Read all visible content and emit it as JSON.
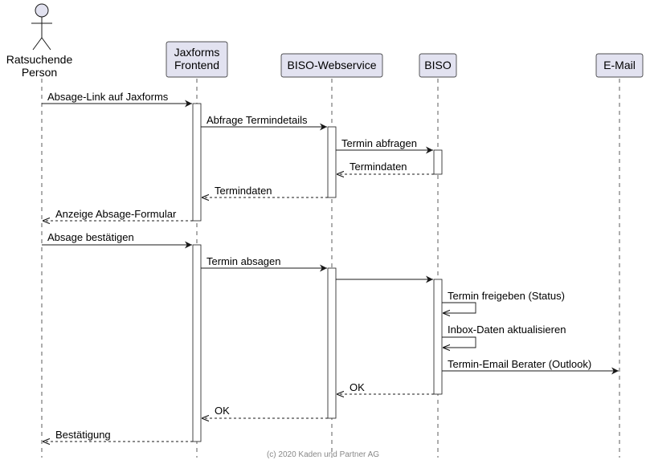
{
  "participants": {
    "person": {
      "line1": "Ratsuchende",
      "line2": "Person"
    },
    "jaxforms": {
      "line1": "Jaxforms",
      "line2": "Frontend"
    },
    "biso_ws": {
      "label": "BISO-Webservice"
    },
    "biso": {
      "label": "BISO"
    },
    "email": {
      "label": "E-Mail"
    }
  },
  "messages": [
    {
      "label": "Absage-Link auf Jaxforms"
    },
    {
      "label": "Abfrage Termindetails"
    },
    {
      "label": "Termin abfragen"
    },
    {
      "label": "Termindaten"
    },
    {
      "label": "Termindaten"
    },
    {
      "label": "Anzeige Absage-Formular"
    },
    {
      "label": "Absage bestätigen"
    },
    {
      "label": "Termin absagen"
    },
    {
      "label": ""
    },
    {
      "label": "Termin freigeben (Status)"
    },
    {
      "label": "Inbox-Daten aktualisieren"
    },
    {
      "label": "Termin-Email Berater (Outlook)"
    },
    {
      "label": "OK"
    },
    {
      "label": "OK"
    },
    {
      "label": "Bestätigung"
    }
  ],
  "footer": {
    "copyright": "(c) 2020 Kaden und Partner AG"
  },
  "colors": {
    "participant_fill": "#e2e2f0",
    "participant_stroke": "#181818",
    "lifeline": "#181818"
  }
}
